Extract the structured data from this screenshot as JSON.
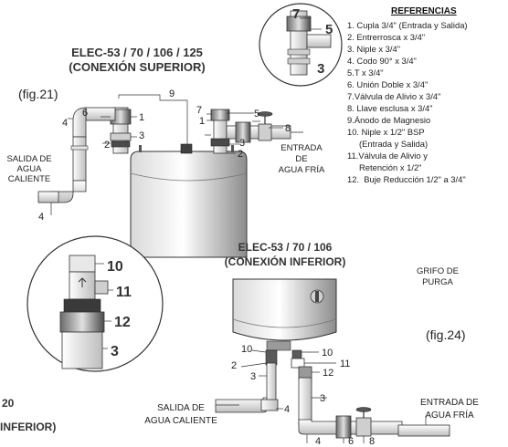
{
  "top_section": {
    "title_models": "ELEC-53 / 70 / 106 / 125",
    "title_connection": "(CONEXIÓN SUPERIOR)",
    "figure": "(fig.21)",
    "callouts": {
      "c9": "9",
      "c7a": "7",
      "c5a": "5",
      "c8": "8",
      "c4a": "4",
      "c6a": "6",
      "c1a": "1",
      "c3a": "3",
      "c2a": "2",
      "c4b": "4",
      "c1b": "1",
      "c3b": "3",
      "c2b": "2"
    },
    "outlet_label": [
      "SALIDA DE",
      "AGUA",
      "CALIENTE"
    ],
    "inlet_label": [
      "ENTRADA",
      "DE",
      "AGUA FRÍA"
    ],
    "zoom_callouts": {
      "z7": "7",
      "z5": "5",
      "z3": "3"
    }
  },
  "references": {
    "title": "REFERENCIAS",
    "items": [
      "1. Cupla 3/4\" (Entrada y Salida)",
      "2. Entrerrosca x 3/4\"",
      "3. Niple x 3/4\"",
      "4. Codo 90° x 3/4\"",
      "5.T x 3/4\"",
      "6. Unión Doble x 3/4\"",
      "7.Válvula de Alivio x 3/4\"",
      "8. Llave esclusa x 3/4\"",
      "9.Ánodo de Magnesio",
      "10. Niple x 1/2\" BSP",
      "     (Entrada y Salida)",
      "11.Válvula de Alivio y",
      "     Retención x 1/2\"",
      "12.  Buje Reducción 1/2\" a 3/4\""
    ]
  },
  "bottom_section": {
    "title_models": "ELEC-53 / 70 / 106",
    "title_connection": "(CONEXIÓN INFERIOR)",
    "figure": "(fig.24)",
    "drain_label": [
      "GRIFO DE",
      "PURGA"
    ],
    "outlet_label": [
      "SALIDA DE",
      "AGUA CALIENTE"
    ],
    "inlet_label": [
      "ENTRADA DE",
      "AGUA FRÍA"
    ],
    "callouts": {
      "c10a": "10",
      "c2": "2",
      "c3a": "3",
      "c10b": "10",
      "c11": "11",
      "c12": "12",
      "c3b": "3",
      "c4a": "4",
      "c4b": "4",
      "c6": "6",
      "c8": "8"
    },
    "zoom_callouts": {
      "z10": "10",
      "z11": "11",
      "z12": "12",
      "z3": "3"
    },
    "cut_text_1": "20",
    "cut_text_2": "INFERIOR)"
  }
}
